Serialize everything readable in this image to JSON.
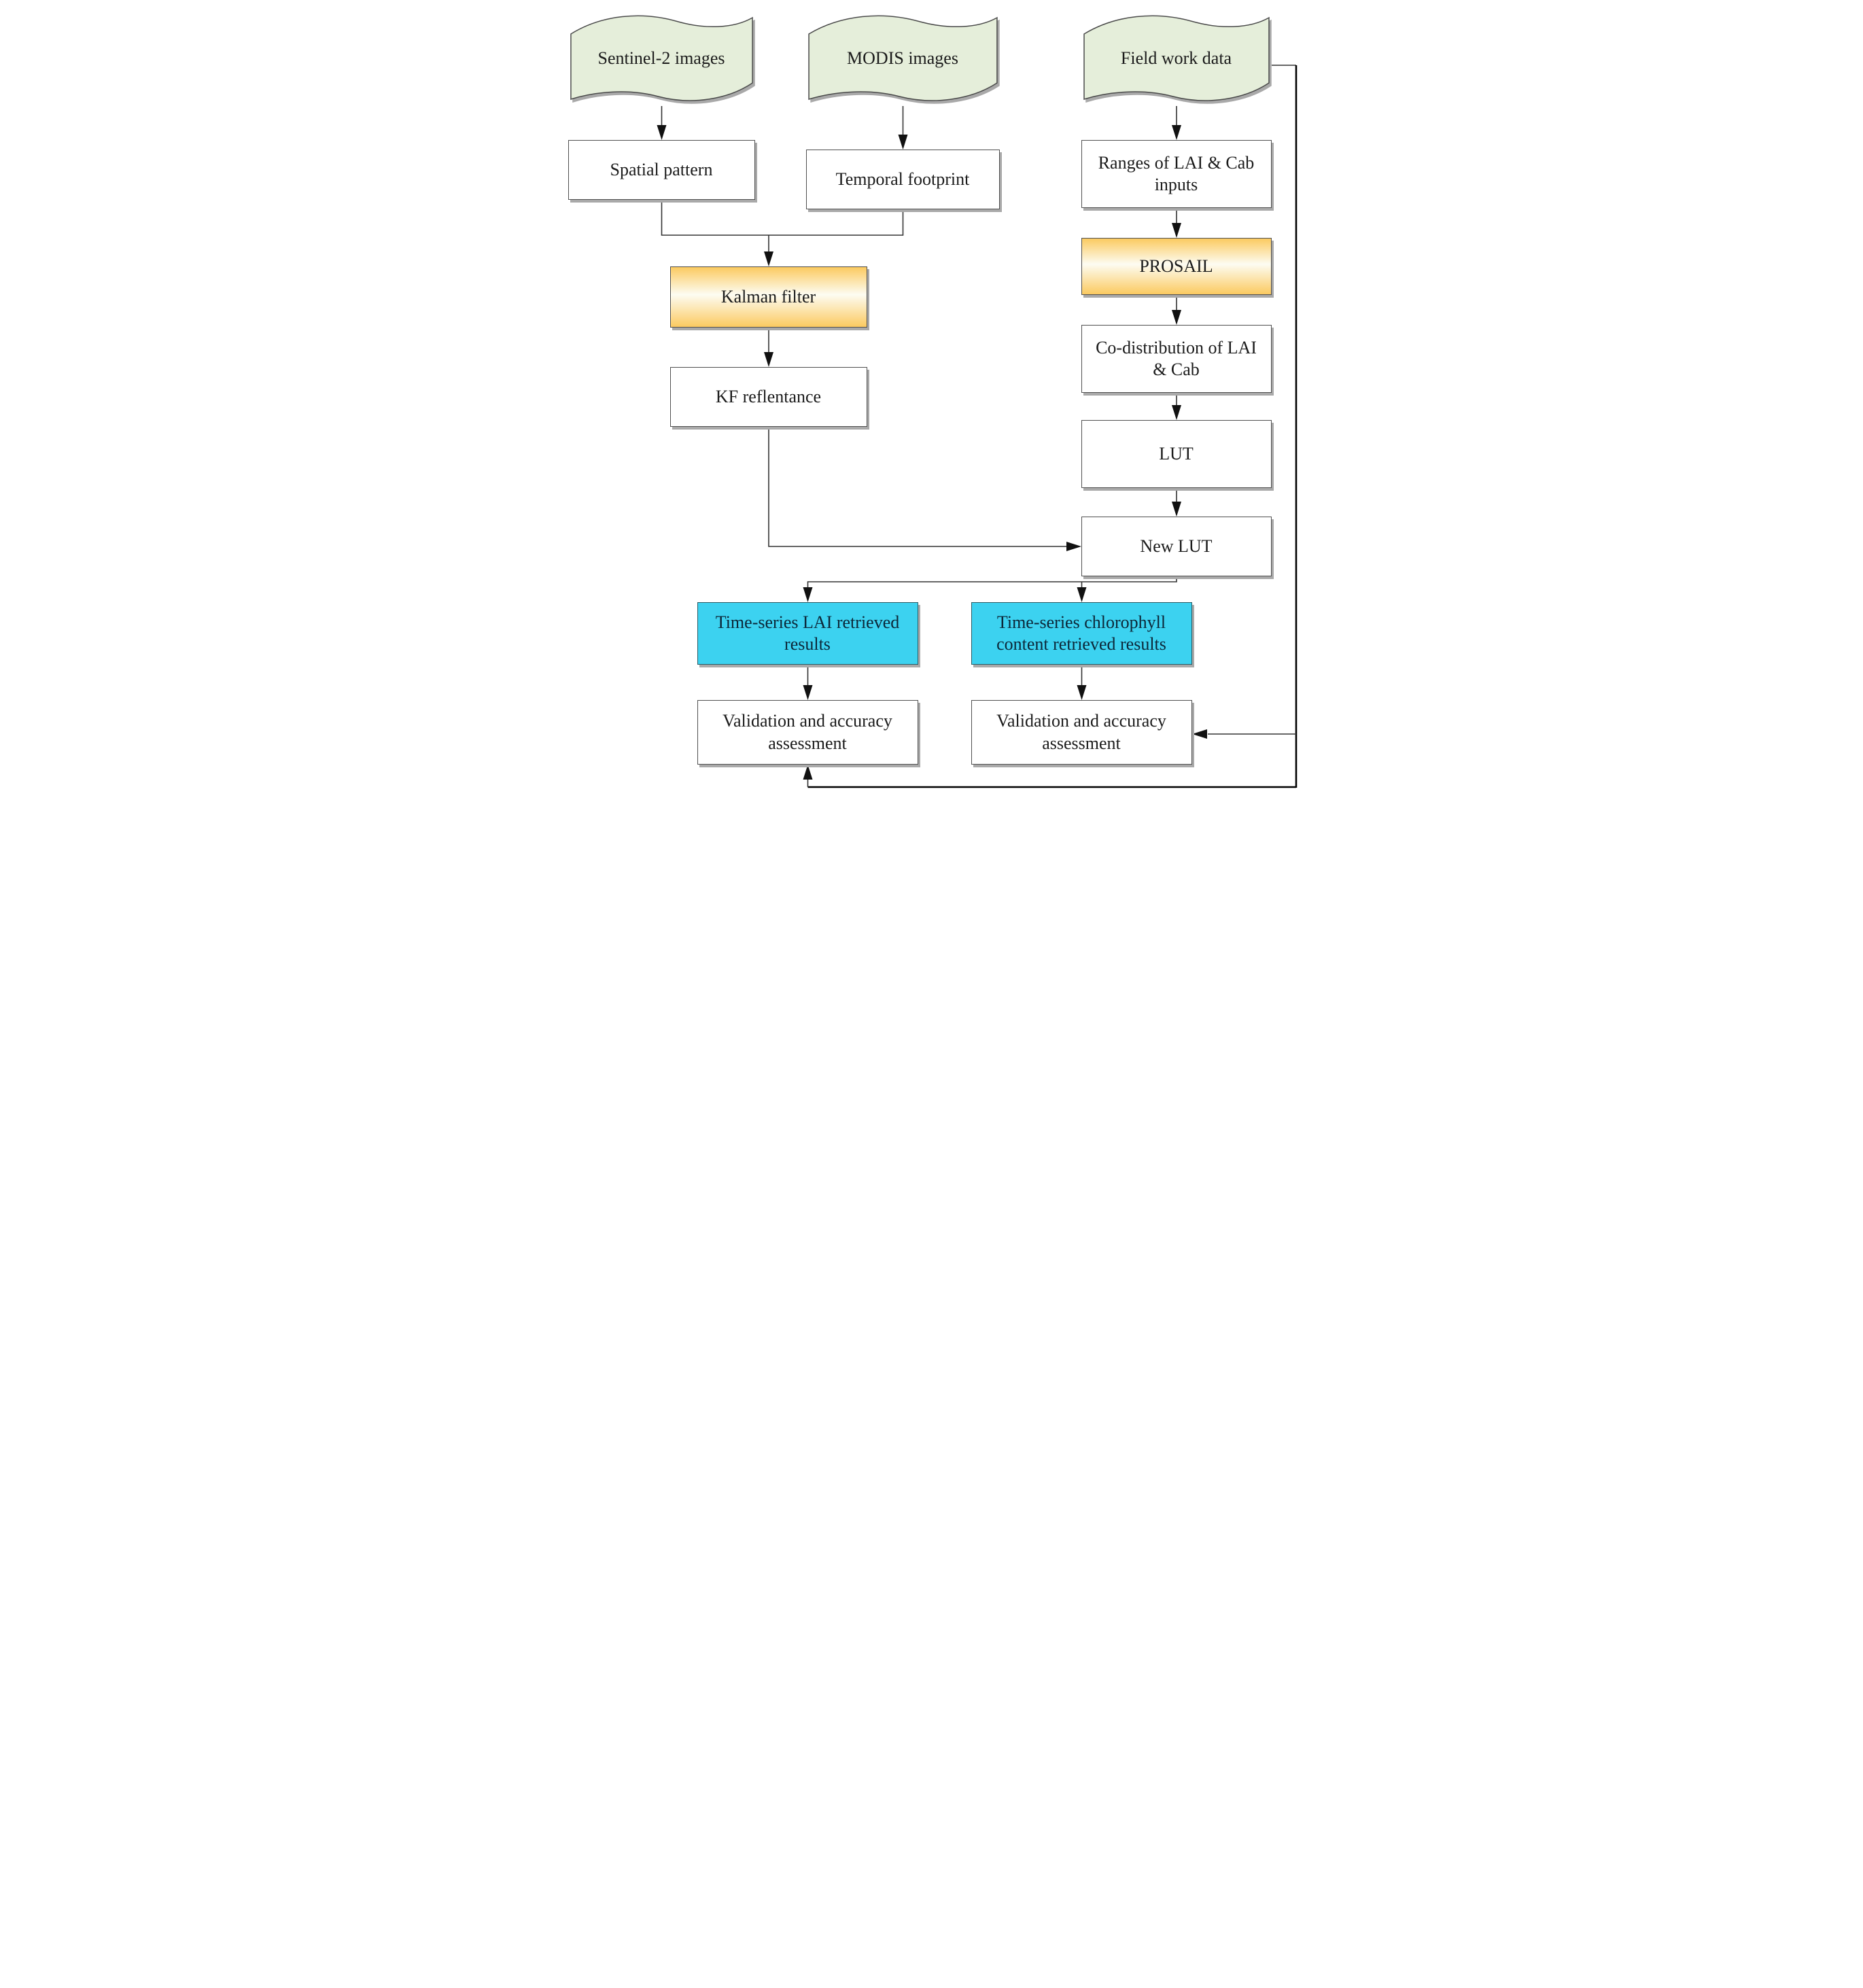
{
  "diagram": {
    "type": "flowchart",
    "description": "Workflow for time-series LAI and chlorophyll content retrieval"
  },
  "colors": {
    "canvas_bg": "#ffffff",
    "input_fill": "#e5eeda",
    "input_border": "#4a4a4a",
    "process_fill_edge": "#fbca60",
    "process_fill_mid": "#fdfcf2",
    "result_fill": "#3cd2f0",
    "result_border": "#2a5a63",
    "result_text_color": "#0c2738",
    "box_fill": "#ffffff",
    "box_border": "#4f4f4f",
    "line_color": "#333333",
    "arrow_color": "#111111",
    "feedback_line_color": "#000000",
    "text_color": "#1b1b1b",
    "shadow_color": "#a9a9a9"
  },
  "nodes": {
    "sentinel2": {
      "label": "Sentinel-2 images",
      "type": "data-input"
    },
    "modis": {
      "label": "MODIS images",
      "type": "data-input"
    },
    "fieldwork": {
      "label": "Field work data",
      "type": "data-input"
    },
    "spatial": {
      "label": "Spatial pattern",
      "type": "step"
    },
    "temporal": {
      "label": "Temporal footprint",
      "type": "step"
    },
    "ranges": {
      "label": "Ranges of LAI & Cab\ninputs",
      "type": "step"
    },
    "kalman": {
      "label": "Kalman filter",
      "type": "model"
    },
    "prosail": {
      "label": "PROSAIL",
      "type": "model"
    },
    "kf_reflectance": {
      "label": "KF reflentance",
      "type": "step"
    },
    "codistribution": {
      "label": "Co-distribution of LAI\n& Cab",
      "type": "step"
    },
    "lut": {
      "label": "LUT",
      "type": "step"
    },
    "new_lut": {
      "label": "New LUT",
      "type": "step"
    },
    "lai_results": {
      "label": "Time-series LAI retrieved\nresults",
      "type": "result"
    },
    "chl_results": {
      "label": "Time-series chlorophyll\ncontent retrieved results",
      "type": "result"
    },
    "validation_lai": {
      "label": "Validation and accuracy\nassessment",
      "type": "step"
    },
    "validation_chl": {
      "label": "Validation and accuracy\nassessment",
      "type": "step"
    }
  }
}
